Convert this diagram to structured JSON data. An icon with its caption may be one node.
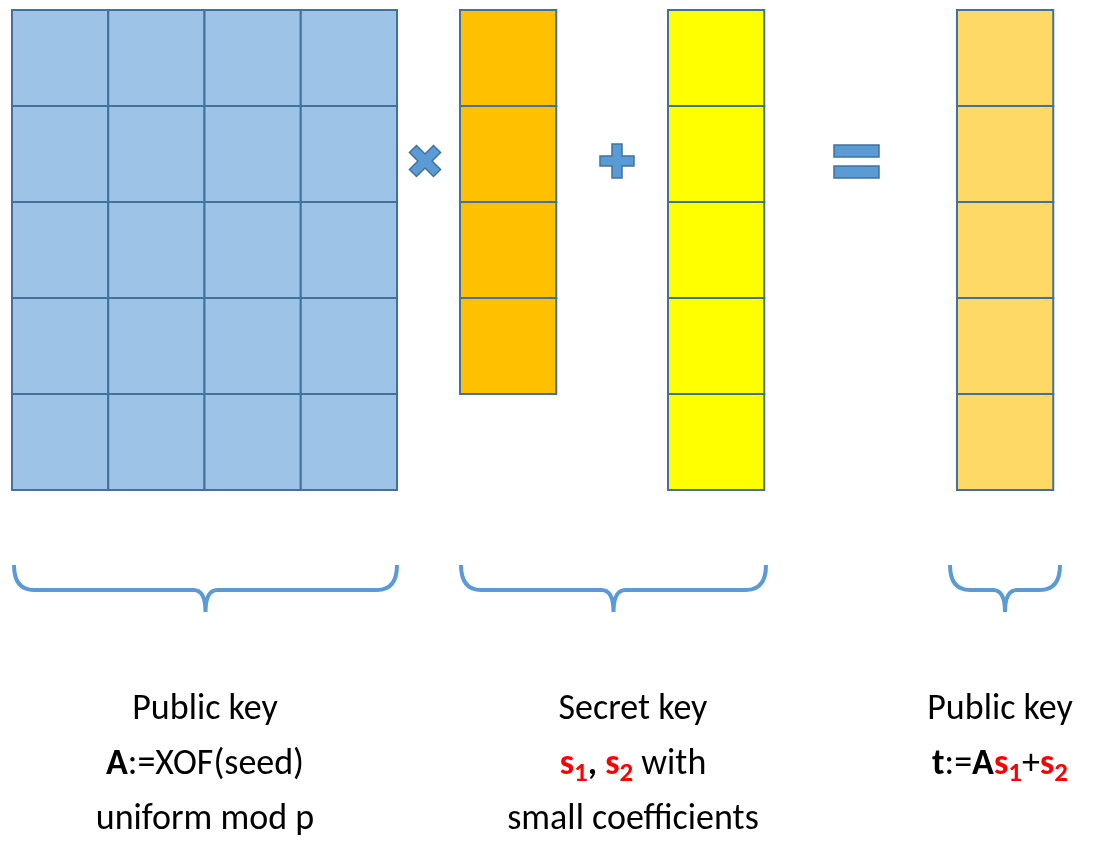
{
  "diagram": {
    "labels": [
      "Public key",
      "**A**:=XOF(seed)",
      "uniform mod p",
      "Secret key",
      "**s**$_{1}$**,** **s**$_{2}$ with",
      "small coefficients",
      "Public key",
      "**t**:=**A****s**$_{1}$+**s**$_{2}$"
    ]
  }
}
